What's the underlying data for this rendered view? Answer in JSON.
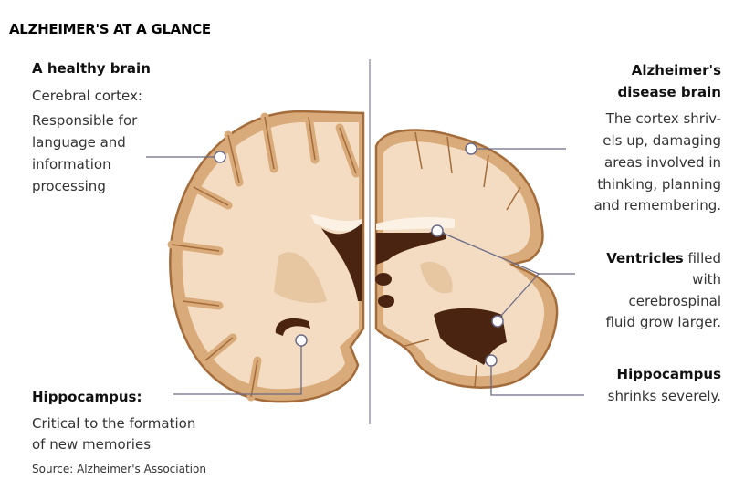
{
  "title": "ALZHEIMER'S AT A GLANCE",
  "healthy": {
    "heading": "A healthy brain",
    "cortex_label": "Cerebral cortex:",
    "cortex_desc": [
      "Responsible for",
      "language and",
      "information",
      "processing"
    ],
    "hippocampus_label": "Hippocampus:",
    "hippocampus_desc": [
      "Critical to the formation",
      "of new memories"
    ]
  },
  "alzheimers": {
    "heading": [
      "Alzheimer's",
      "disease brain"
    ],
    "cortex_desc": [
      "The cortex shriv-",
      "els up, damaging",
      "areas involved in",
      "thinking, planning",
      "and remembering."
    ],
    "ventricles_label": "Ventricles",
    "ventricles_desc": [
      " filled",
      "with",
      "cerebrospinal",
      "fluid grow larger."
    ],
    "hippocampus_label": "Hippocampus",
    "hippocampus_desc": "shrinks severely."
  },
  "source": "Source: Alzheimer's Association",
  "colors": {
    "cortex": "#d9aa7a",
    "white_matter": "#f3dcc1",
    "outline": "#a46c3a",
    "ventricle": "#4a2410",
    "leader": "#6a6a88"
  }
}
